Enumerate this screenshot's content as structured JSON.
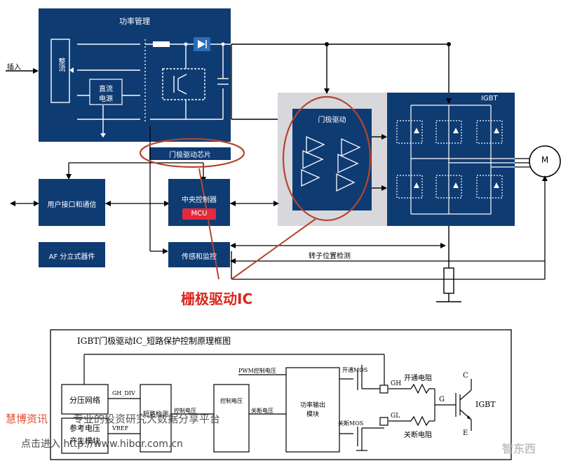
{
  "top": {
    "power_mgmt_title": "功率管理",
    "rectifier": "整流",
    "dc_supply_line1": "直流",
    "dc_supply_line2": "电源",
    "input_label": "插入",
    "gate_driver_chip": "门极驱动芯片",
    "gate_driver_block": "门极驱动",
    "igbt_title": "IGBT",
    "motor": "M",
    "user_interface": "用户接口和通信",
    "central_controller": "中央控制器",
    "mcu": "MCU",
    "af_discrete": "AF 分立式器件",
    "sensing": "传感和监控",
    "rotor_detect": "转子位置检测",
    "callout": "栅极驱动IC"
  },
  "bottom": {
    "title": "IGBT门极驱动IC_短路保护控制原理框图",
    "divider": "分压网络",
    "gh_div": "GH_DIV",
    "ref_volt_line1": "参考电压",
    "ref_volt_line2": "产生模块",
    "vref": "VREF",
    "mid_block": "短路检测",
    "ctrl_volt1": "控制电压",
    "ctrl_volt2": "控制电压",
    "pwm_ctrl": "PWM控制电压",
    "off_volt": "关断电压",
    "power_out_line1": "功率输出",
    "power_out_line2": "模块",
    "on_mos": "开通MOS",
    "off_mos": "关断MOS",
    "gh": "GH",
    "gl": "GL",
    "on_res": "开通电阻",
    "off_res": "关断电阻",
    "g": "G",
    "c": "C",
    "e": "E",
    "igbt": "IGBT"
  },
  "watermark": {
    "brand": "慧博资讯",
    "slogan": "专业的投资研究大数据分享平台",
    "link": "点击进入 http://www.hibor.com.cn",
    "logo": "智东西"
  },
  "colors": {
    "navy": "#0f3b73",
    "red_highlight": "#b5452e",
    "callout_red": "#d9261c",
    "mcu_red": "#e5283d",
    "gray_panel": "#d8d8dc"
  }
}
